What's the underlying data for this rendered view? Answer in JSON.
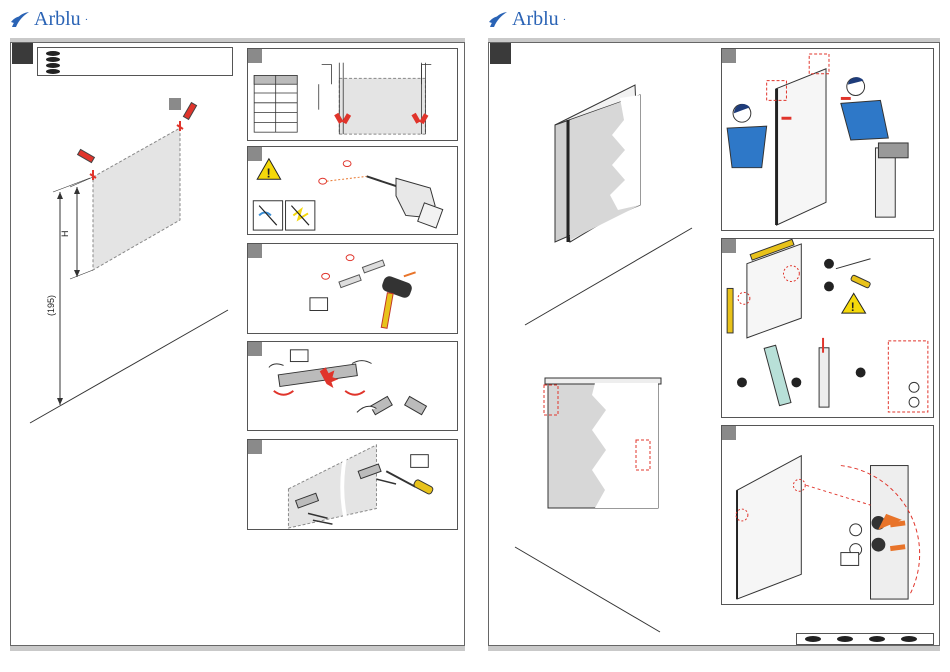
{
  "brand": {
    "name": "Arblu",
    "mark": "·"
  },
  "dimensions": {
    "height_label": "H",
    "floor_offset_label": "(195)"
  },
  "colors": {
    "brand": "#2a63b5",
    "accent_red": "#e0342b",
    "accent_orange": "#e8742a",
    "warning_yellow": "#f5d90a",
    "tool_yellow": "#e8c21a"
  },
  "icons": [
    "brand-swoosh-icon",
    "warning-icon",
    "drill-icon",
    "hammer-icon",
    "screwdriver-icon",
    "pencil-icon"
  ]
}
